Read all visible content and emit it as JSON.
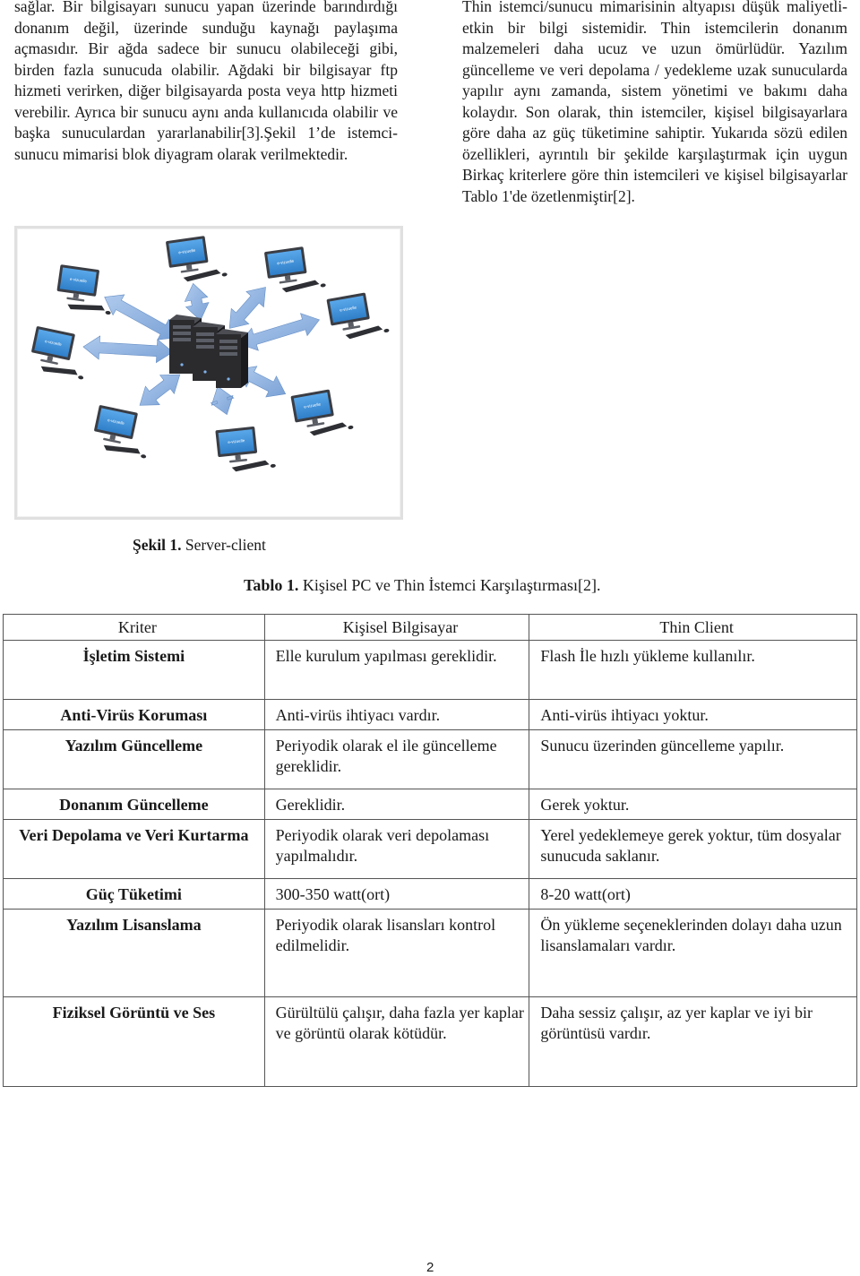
{
  "left_column": {
    "paragraph": "sağlar. Bir bilgisayarı sunucu yapan üzerinde barındırdığı donanım değil, üzerinde sunduğu kaynağı paylaşıma açmasıdır. Bir ağda sadece bir sunucu olabileceği gibi, birden fazla sunucuda olabilir. Ağdaki bir bilgisayar ftp hizmeti verirken, diğer bilgisayarda posta veya http hizmeti verebilir. Ayrıca bir sunucu aynı anda kullanıcıda olabilir ve başka sunuculardan yararlanabilir[3].Şekil 1’de istemci-sunucu mimarisi blok diyagram olarak verilmektedir."
  },
  "right_column": {
    "paragraph": "Thin istemci/sunucu mimarisinin altyapısı düşük maliyetli-etkin bir bilgi sistemidir. Thin istemcilerin donanım malzemeleri daha ucuz ve uzun ömürlüdür. Yazılım güncelleme ve veri depolama / yedekleme uzak sunucularda yapılır aynı zamanda, sistem yönetimi ve bakımı daha kolaydır. Son olarak, thin istemciler, kişisel bilgisayarlara göre daha az güç tüketimine sahiptir. Yukarıda sözü edilen özellikleri, ayrıntılı bir şekilde karşılaştırmak için uygun Birkaç kriterlere göre thin istemcileri ve kişisel bilgisayarlar Tablo 1'de özetlenmiştir[2]."
  },
  "figure": {
    "screen_text": "e-vizuelle",
    "colors": {
      "arrow": "#6f9ad3",
      "server": "#2b2b2e",
      "monitor_screen": "#2f7fc9",
      "frame": "#e0e0e0"
    }
  },
  "figure_caption": {
    "label": "Şekil 1.",
    "text": " Server-client"
  },
  "table_caption": {
    "label": "Tablo 1.",
    "text": " Kişisel PC ve Thin İstemci Karşılaştırması[2]."
  },
  "table": {
    "headers": [
      "Kriter",
      "Kişisel Bilgisayar",
      "Thin Client"
    ],
    "rows": [
      [
        "İşletim Sistemi",
        "Elle kurulum yapılması gereklidir.",
        "Flash İle hızlı yükleme kullanılır."
      ],
      [
        "Anti-Virüs Koruması",
        "Anti-virüs ihtiyacı vardır.",
        "Anti-virüs ihtiyacı yoktur."
      ],
      [
        "Yazılım Güncelleme",
        "Periyodik olarak el ile güncelleme gereklidir.",
        "Sunucu üzerinden güncelleme yapılır."
      ],
      [
        "Donanım Güncelleme",
        "Gereklidir.",
        "Gerek yoktur."
      ],
      [
        "Veri Depolama ve Veri Kurtarma",
        "Periyodik olarak veri depolaması yapılmalıdır.",
        "Yerel yedeklemeye gerek yoktur, tüm dosyalar sunucuda saklanır."
      ],
      [
        "Güç Tüketimi",
        "300-350 watt(ort)",
        "8-20 watt(ort)"
      ],
      [
        "Yazılım Lisanslama",
        "Periyodik olarak lisansları kontrol edilmelidir.",
        "Ön yükleme seçeneklerinden dolayı daha uzun lisanslamaları vardır."
      ],
      [
        "Fiziksel Görüntü ve Ses",
        "Gürültülü çalışır, daha fazla yer kaplar ve görüntü olarak kötüdür.",
        "Daha sessiz çalışır, az yer kaplar ve iyi bir görüntüsü vardır."
      ]
    ]
  },
  "page_number": "2"
}
